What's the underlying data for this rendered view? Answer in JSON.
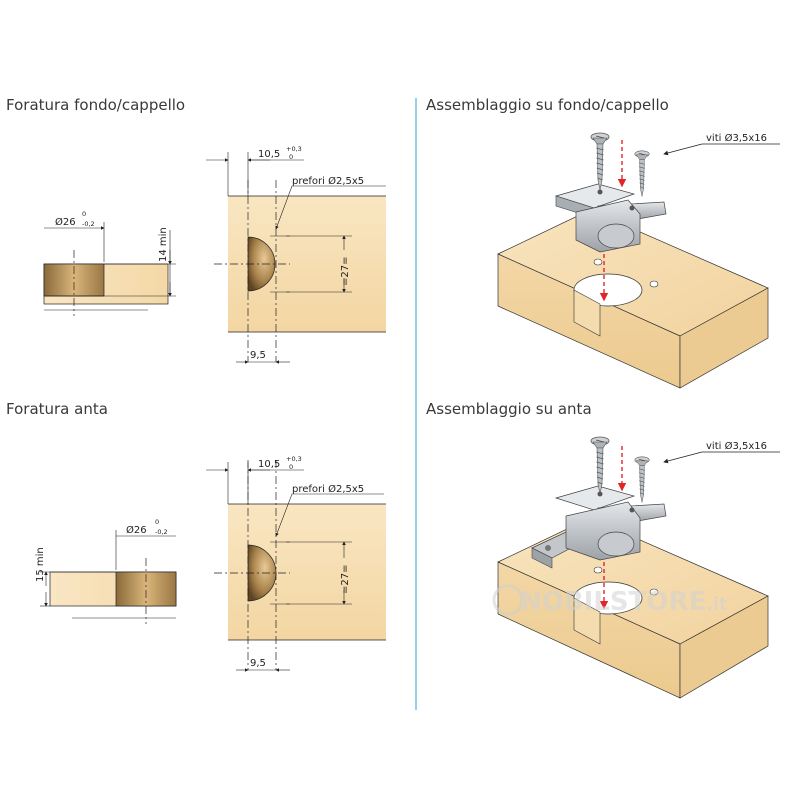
{
  "titles": {
    "drilling_base": "Foratura fondo/cappello",
    "drilling_door": "Foratura anta",
    "assembly_base": "Assemblaggio su fondo/cappello",
    "assembly_door": "Assemblaggio su anta"
  },
  "dimensions": {
    "diameter": "Ø26",
    "diameter_tol_upper": "0",
    "diameter_tol_lower": "-0,2",
    "min_depth_base": "14 min",
    "min_depth_door": "15 min",
    "hole_offset": "10,5",
    "hole_offset_tol_upper": "+0,3",
    "hole_offset_tol_lower": "0",
    "pilot_holes": "prefori Ø2,5x5",
    "spacing": "=27=",
    "center_distance": "9,5"
  },
  "callouts": {
    "screws_base": "viti Ø3,5x16",
    "screws_door": "viti Ø3,5x16"
  },
  "watermark": {
    "brand": "NOBILSTORE",
    "suffix": ".it"
  },
  "colors": {
    "wood_light": "#f6ddb0",
    "wood_dark": "#c79d5e",
    "divider": "#5fb8d8",
    "arrow_red": "#e0262b",
    "hinge_grey": "#b8bcc0"
  }
}
